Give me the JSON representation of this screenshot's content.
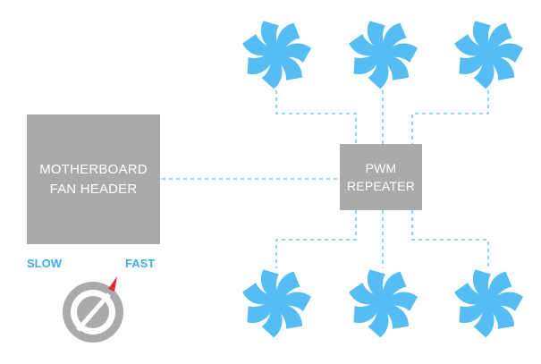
{
  "colors": {
    "fan": "#55bdf3",
    "box": "#aaaaaa",
    "connector": "#55bdf3",
    "label": "#3aaee6",
    "dial": "#aaaaaa",
    "pointer": "#e0263a"
  },
  "motherboard": {
    "line1": "MOTHERBOARD",
    "line2": "FAN HEADER"
  },
  "repeater": {
    "line1": "PWM",
    "line2": "REPEATER"
  },
  "dial": {
    "slow_label": "SLOW",
    "fast_label": "FAST"
  },
  "fans": {
    "icon": "fan-icon",
    "count": 6
  }
}
